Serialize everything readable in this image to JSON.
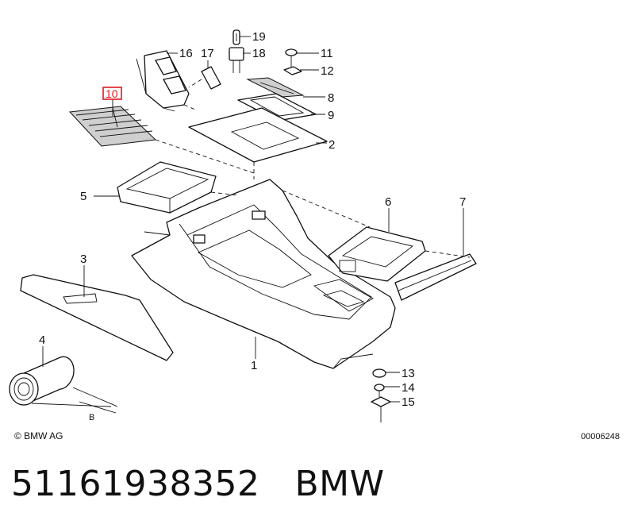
{
  "diagram": {
    "callouts": [
      "1",
      "2",
      "3",
      "4",
      "5",
      "6",
      "7",
      "8",
      "9",
      "10",
      "11",
      "12",
      "13",
      "14",
      "15",
      "16",
      "17",
      "18",
      "19"
    ],
    "highlighted_callout": "10",
    "copyright": "© BMW AG",
    "drawing_number": "00006248",
    "dimension_mark": "B",
    "highlight_color": "#e0191f"
  },
  "footer": {
    "part_number": "51161938352",
    "brand": "BMW"
  }
}
